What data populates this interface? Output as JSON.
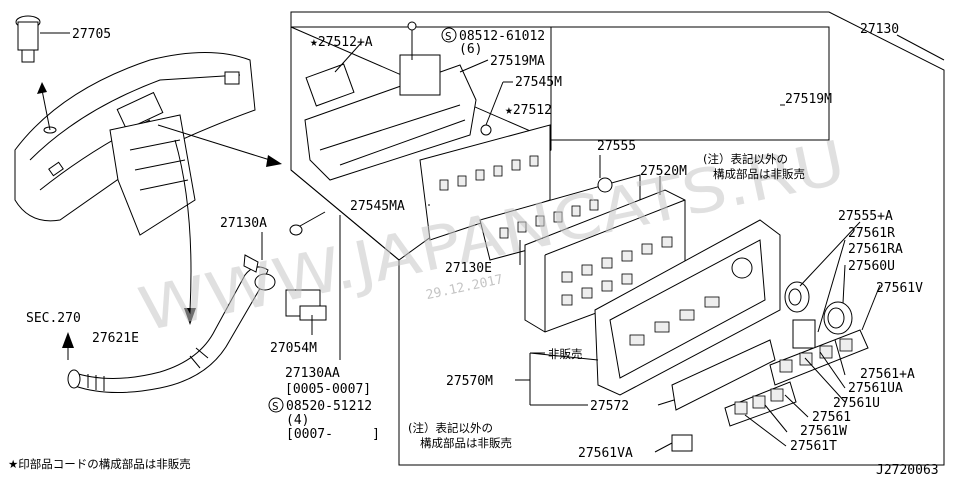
{
  "labels": {
    "p27705": "27705",
    "p27512a": "★27512+A",
    "p08512": "08512-61012",
    "p08512q": "(6)",
    "p27519ma": "27519MA",
    "p27545m": "27545M",
    "p27512": "★27512",
    "p27555": "27555",
    "p27520m": "27520M",
    "p27130": "27130",
    "p27519m": "27519M",
    "note_a1": "(注）表記以外の",
    "note_a2": "構成部品は非販売",
    "p27545ma": "27545MA",
    "p27130a": "27130A",
    "p27130e": "27130E",
    "p27555a": "27555+A",
    "p27561r": "27561R",
    "p27561ra": "27561RA",
    "p27560u": "27560U",
    "p27561v": "27561V",
    "sec270": "SEC.270",
    "p27621e": "27621E",
    "p27054m": "27054M",
    "hihanbai": "非販売",
    "p27570m": "27570M",
    "p27572": "27572",
    "p27561a": "27561+A",
    "p27561ua": "27561UA",
    "p27561u": "27561U",
    "p27561": "27561",
    "p27561w": "27561W",
    "p27561t": "27561T",
    "p27130aa": "27130AA",
    "range1": "[0005-0007]",
    "p08520": "08520-51212",
    "p08520q": "(4)",
    "range2": "[0007-     ]",
    "note_b1": "(注）表記以外の",
    "note_b2": "構成部品は非販売",
    "p27561va": "27561VA",
    "footnote": "★印部品コードの構成部品は非販売",
    "code": "J2720063",
    "screw_symbol": "S"
  },
  "watermark": "WWW.JAPANCATS.RU",
  "stamp": "29.12.2017"
}
